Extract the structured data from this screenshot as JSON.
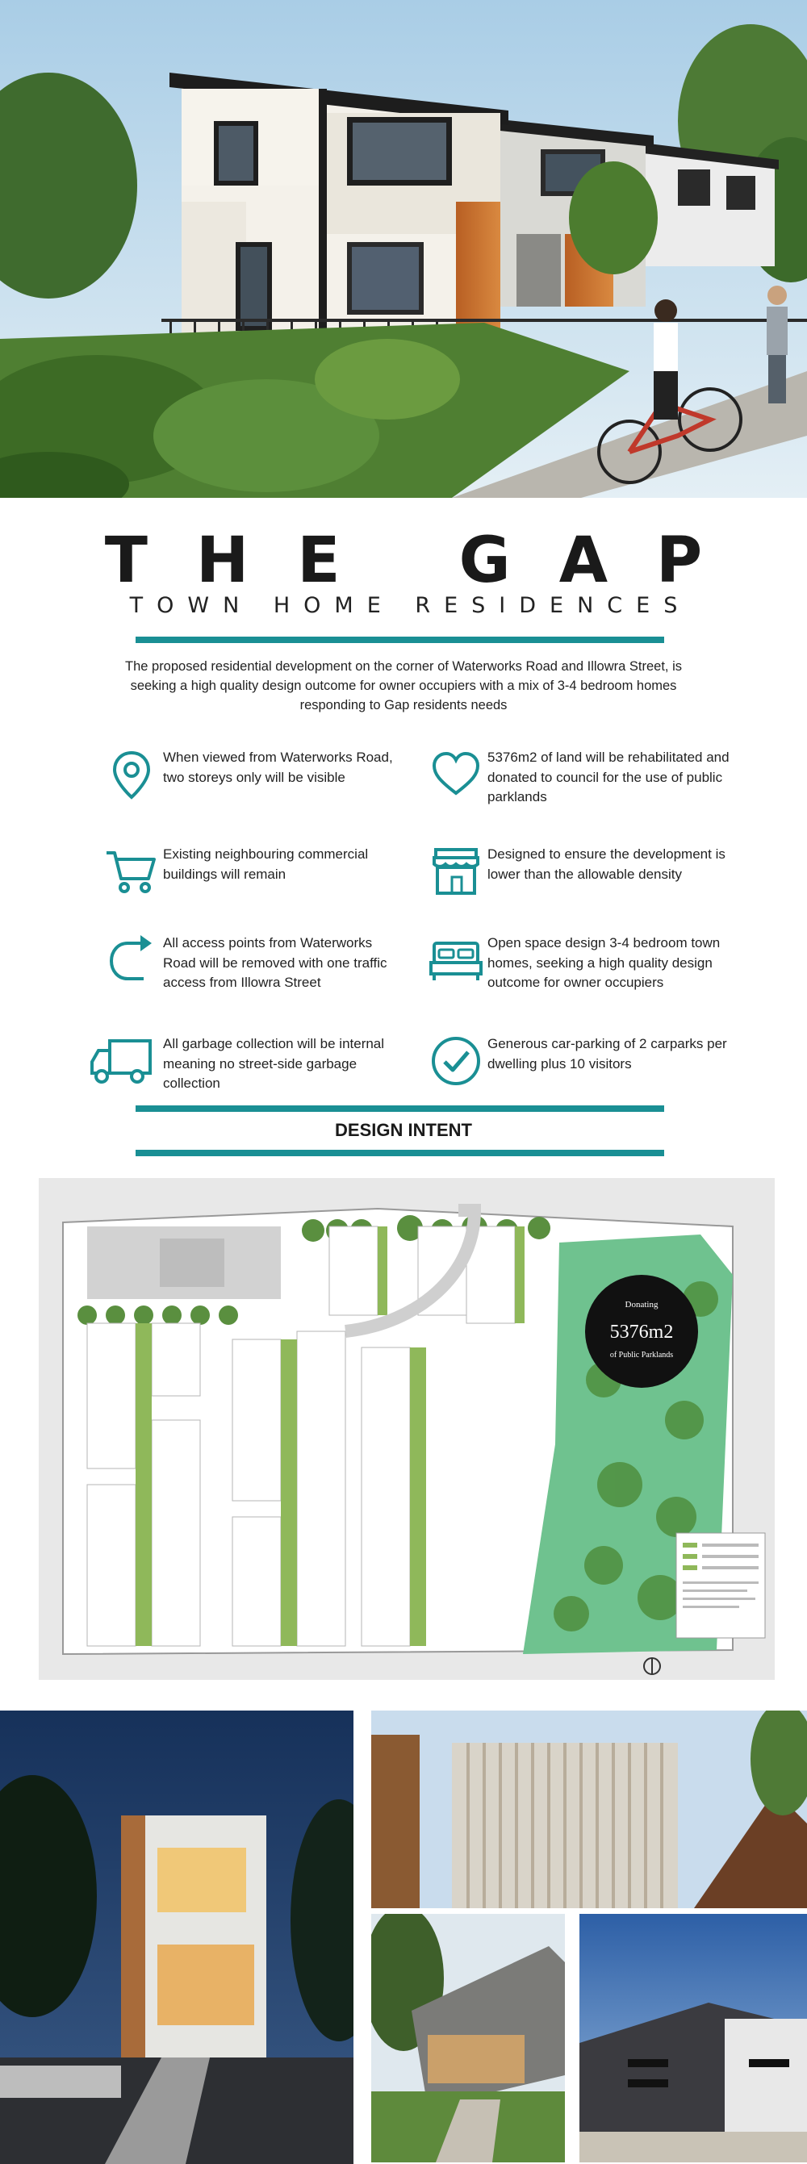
{
  "header": {
    "title": "THE GAP",
    "subtitle": "TOWN HOME RESIDENCES",
    "intro": "The proposed residential development on the corner of Waterworks Road and Illowra Street, is seeking a high quality design outcome for owner occupiers  with a mix of 3-4 bedroom homes responding to Gap residents needs"
  },
  "features": [
    {
      "icon": "location-pin-icon",
      "text": "When viewed from Waterworks Road, two storeys only will be visible"
    },
    {
      "icon": "heart-icon",
      "text": "5376m2 of land will be rehabilitated and donated to council for the use of public parklands"
    },
    {
      "icon": "shopping-cart-icon",
      "text": "Existing neighbouring commercial buildings will remain"
    },
    {
      "icon": "storefront-icon",
      "text": "Designed to ensure the development is lower than the allowable density"
    },
    {
      "icon": "redirect-arrow-icon",
      "text": "All access points from Waterworks Road will be removed with one traffic access from Illowra Street"
    },
    {
      "icon": "bed-icon",
      "text": "Open space design 3-4 bedroom town homes, seeking a high quality design outcome for owner occupiers"
    },
    {
      "icon": "truck-icon",
      "text": "All garbage collection will be internal meaning no street-side garbage collection"
    },
    {
      "icon": "check-circle-icon",
      "text": "Generous car-parking of 2 carparks per dwelling plus 10 visitors"
    }
  ],
  "section": {
    "design_intent": "DESIGN INTENT"
  },
  "plan": {
    "badge_top": "Donating",
    "badge_value": "5376m2",
    "badge_bottom": "of Public Parklands"
  },
  "colors": {
    "accent": "#1a8f94",
    "park": "#6fc28f",
    "lawn": "#8fb85a",
    "text": "#222222"
  }
}
